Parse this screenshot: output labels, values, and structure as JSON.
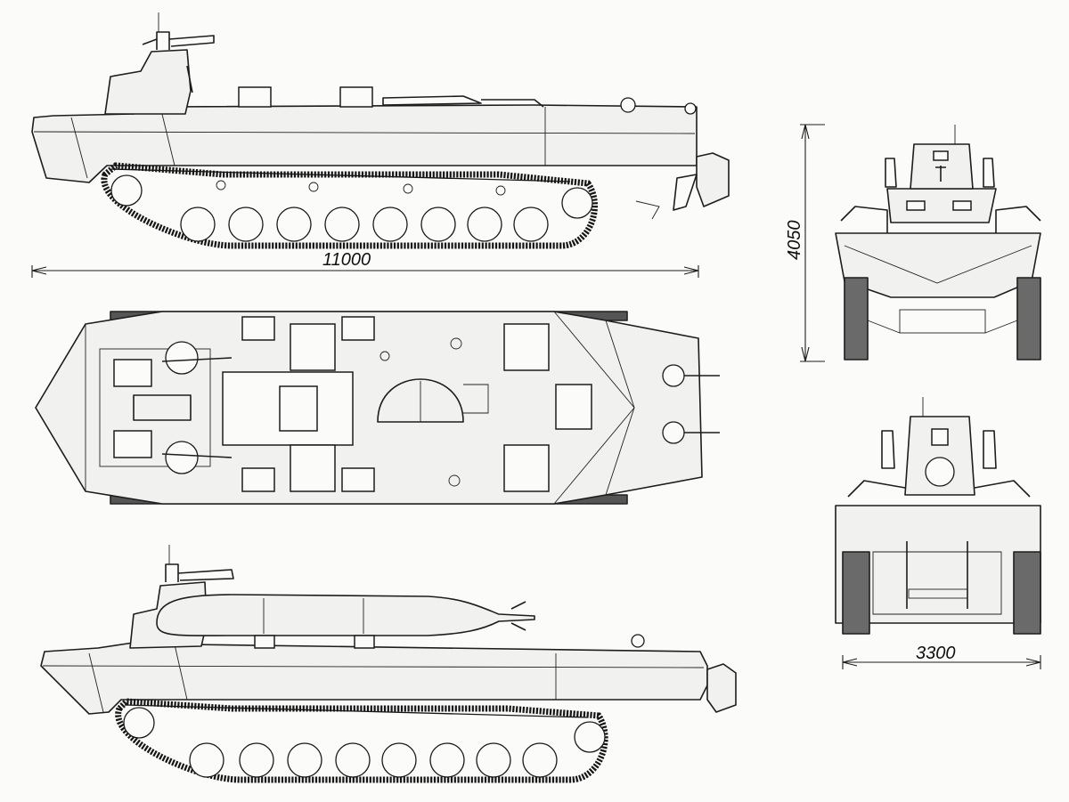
{
  "dimensions": {
    "length": "11000",
    "height": "4050",
    "width": "3300"
  }
}
